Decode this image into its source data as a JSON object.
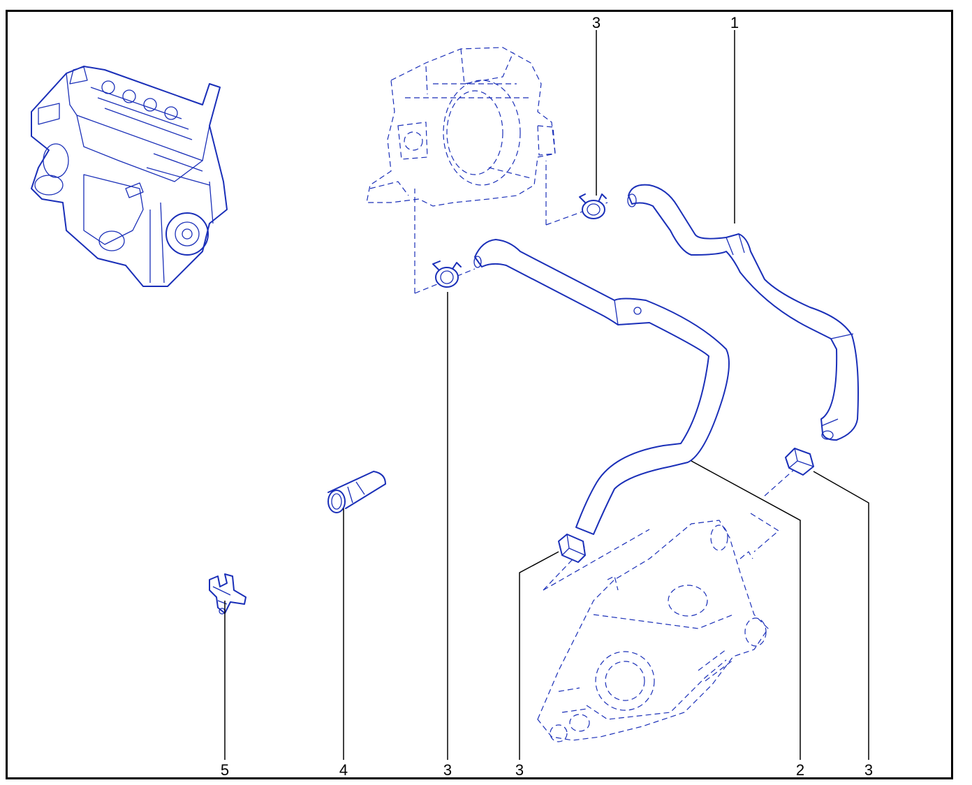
{
  "diagram": {
    "colors": {
      "linework": "#1a2fb8",
      "callouts": "#000000",
      "border": "#000000",
      "background": "#ffffff"
    },
    "callouts": [
      {
        "id": "c-top-3",
        "label": "3"
      },
      {
        "id": "c-top-1",
        "label": "1"
      },
      {
        "id": "c-bottom-5",
        "label": "5"
      },
      {
        "id": "c-bottom-4",
        "label": "4"
      },
      {
        "id": "c-bottom-3a",
        "label": "3"
      },
      {
        "id": "c-bottom-3b",
        "label": "3"
      },
      {
        "id": "c-bottom-2",
        "label": "2"
      },
      {
        "id": "c-bottom-3c",
        "label": "3"
      }
    ]
  }
}
